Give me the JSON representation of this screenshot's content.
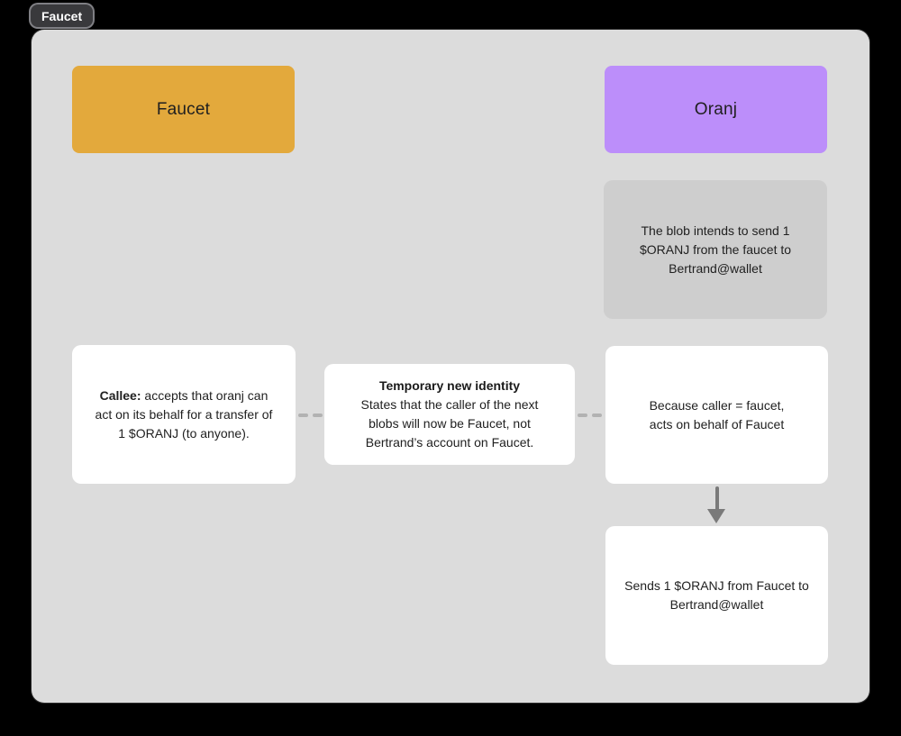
{
  "frame": {
    "label": "Faucet"
  },
  "colors": {
    "canvas_bg": "#000000",
    "frame_bg": "#dcdcdc",
    "frame_label_bg": "#39393c",
    "faucet_node_bg": "#e3a93c",
    "oranj_node_bg": "#bc8efa",
    "gray_note_bg": "#cecece",
    "white_note_bg": "#ffffff",
    "connector_dash": "#b2b2b2",
    "arrow": "#7a7a7a"
  },
  "diagram": {
    "faucet": {
      "label": "Faucet"
    },
    "oranj": {
      "label": "Oranj"
    },
    "intent_note": {
      "text": "The blob intends to send 1\n$ORANJ from the faucet to\nBertrand@wallet"
    },
    "callee_note": {
      "lead": "Callee:",
      "text": " accepts that oranj can\nact on its behalf for a transfer of\n1 $ORANJ (to anyone)."
    },
    "identity_note": {
      "title": "Temporary new identity",
      "text": "States that the caller of the next\nblobs will now be Faucet, not\nBertrand’s account on Faucet."
    },
    "caller_note": {
      "text": "Because caller = faucet,\nacts on behalf of Faucet"
    },
    "send_note": {
      "text": "Sends 1 $ORANJ from Faucet to\nBertrand@wallet"
    }
  }
}
